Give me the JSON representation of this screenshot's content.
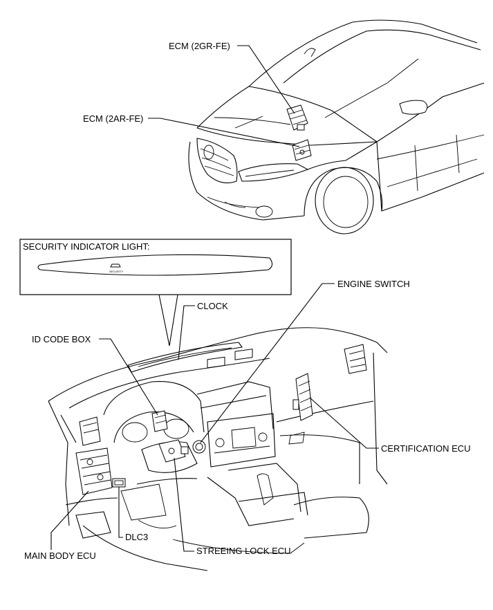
{
  "labels": {
    "ecm_2gr": "ECM (2GR-FE)",
    "ecm_2ar": "ECM (2AR-FE)",
    "security_light": "SECURITY INDICATOR LIGHT:",
    "security_text": "SECURITY",
    "engine_switch": "ENGINE SWITCH",
    "clock": "CLOCK",
    "id_code_box": "ID CODE BOX",
    "certification_ecu": "CERTIFICATION ECU",
    "dlc3": "DLC3",
    "main_body_ecu": "MAIN BODY ECU",
    "steering_lock_ecu": "STREEING LOCK ECU"
  },
  "colors": {
    "line": "#000000",
    "background": "#ffffff"
  }
}
